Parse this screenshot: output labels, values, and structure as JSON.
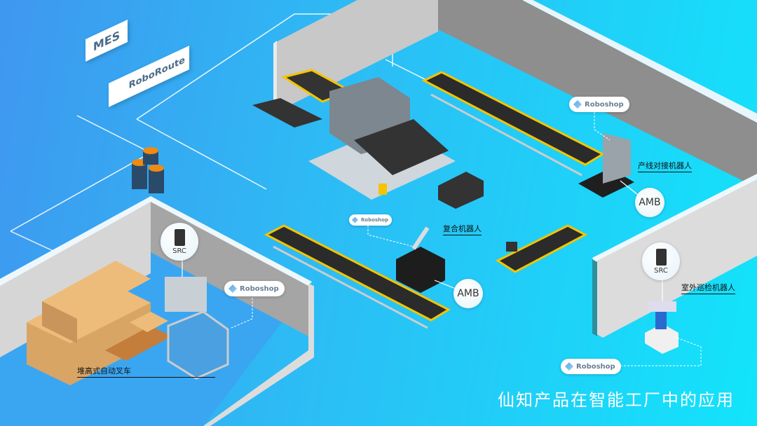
{
  "signs": {
    "mes": "MES",
    "roboroute": "RoboRoute"
  },
  "roboshop_label": "Roboshop",
  "amb_label": "AMB",
  "src_label": "SRC",
  "robots": {
    "line_docking": "产线对接机器人",
    "composite": "复合机器人",
    "outdoor_patrol": "室外巡检机器人",
    "forklift": "堆高式自动叉车"
  },
  "title": "仙知产品在智能工厂中的应用",
  "colors": {
    "floor_left": "#3f97ef",
    "floor_right": "#12e4fb",
    "wall": "#c9c9c9",
    "accent_yellow": "#f5c400"
  }
}
